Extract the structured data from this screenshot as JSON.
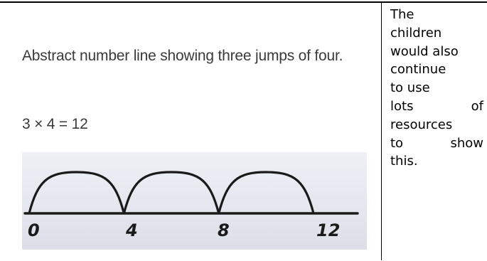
{
  "left": {
    "heading": "Abstract number line showing three  jumps of four.",
    "equation": "3 × 4 = 12"
  },
  "number_line": {
    "labels": [
      "0",
      "4",
      "8",
      "12"
    ],
    "jumps": 3,
    "jump_size": 4,
    "ink_color": "#1a1a1a"
  },
  "right": {
    "lines": [
      "The",
      "children",
      "would also",
      "continue",
      "to use",
      "lots of",
      "resources",
      "to show",
      "this."
    ]
  }
}
